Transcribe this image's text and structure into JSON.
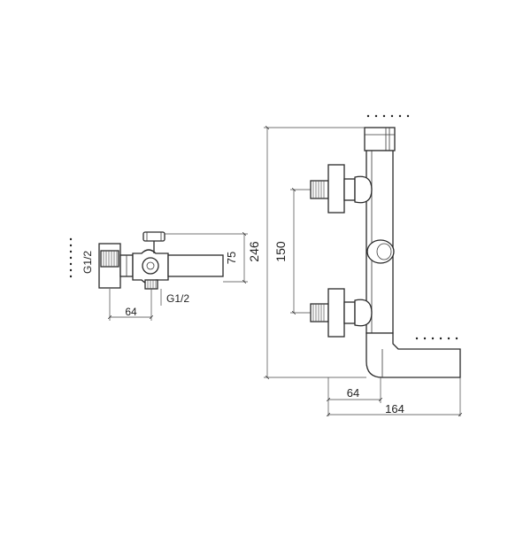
{
  "drawing": {
    "labels": {
      "side_thread": "G1/2",
      "side_outlet_thread": "G1/2",
      "side_depth": "64",
      "side_height": "75",
      "front_center_distance": "150",
      "front_total_height": "246",
      "front_projection": "64",
      "front_spout_length": "164"
    },
    "line_color": "#2a2a2a",
    "background": "#ffffff"
  }
}
